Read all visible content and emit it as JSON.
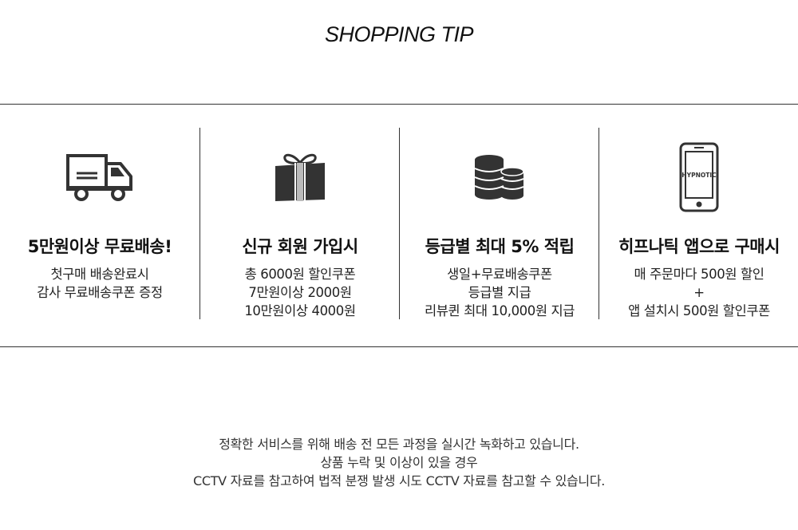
{
  "header": {
    "title": "SHOPPING TIP"
  },
  "tips": [
    {
      "icon": "truck-icon",
      "title": "5만원이상 무료배송!",
      "lines": [
        "첫구매 배송완료시",
        "감사 무료배송쿠폰 증정"
      ]
    },
    {
      "icon": "gift-icon",
      "title": "신규 회원 가입시",
      "lines": [
        "총 6000원 할인쿠폰",
        "7만원이상 2000원",
        "10만원이상 4000원"
      ]
    },
    {
      "icon": "coins-icon",
      "title": "등급별 최대 5% 적립",
      "lines": [
        "생일+무료배송쿠폰",
        "등급별 지급",
        "리뷰퀸 최대 10,000원 지급"
      ]
    },
    {
      "icon": "smartphone-icon",
      "phone_screen_label": "HYPNOTIC",
      "title": "히프나틱 앱으로 구매시",
      "lines": [
        "매 주문마다 500원 할인",
        "+",
        "앱 설치시 500원 할인쿠폰"
      ]
    }
  ],
  "notice": {
    "lines": [
      "정확한 서비스를 위해 배송 전 모든 과정을 실시간 녹화하고 있습니다.",
      "상품 누락 및 이상이 있을 경우",
      "CCTV 자료를 참고하여 법적 분쟁 발생 시도 CCTV 자료를 참고할 수 있습니다."
    ]
  },
  "colors": {
    "icon_dark": "#333333",
    "divider": "#333333"
  }
}
